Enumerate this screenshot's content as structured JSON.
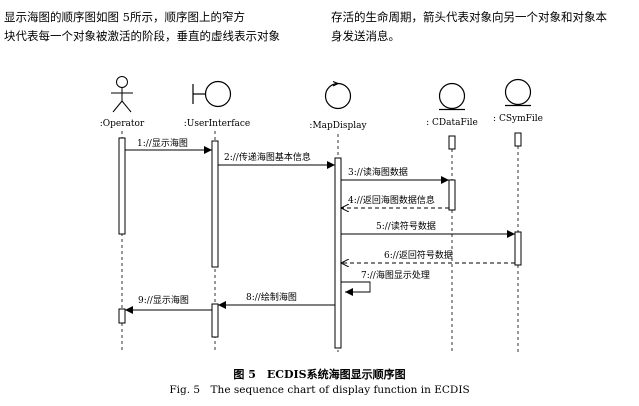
{
  "paragraphs": {
    "left": [
      "显示海图的顺序图如图 5所示，顺序图上的窄方",
      "块代表每一个对象被激活的阶段，垂直的虚线表示对象"
    ],
    "right": [
      "存活的生命周期，箭头代表对象向另一个对象和对象本",
      "身发送消息。"
    ]
  },
  "diagram": {
    "objects": [
      {
        "label": ":Operator",
        "kind": "actor"
      },
      {
        "label": ":UserInterface",
        "kind": "boundary"
      },
      {
        "label": ":MapDisplay",
        "kind": "control"
      },
      {
        "label": ": CDataFile",
        "kind": "entity"
      },
      {
        "label": ": CSymFile",
        "kind": "entity"
      }
    ],
    "messages": [
      {
        "label": "1://显示海图",
        "from": 0,
        "to": 1,
        "style": "solid"
      },
      {
        "label": "2://传递海图基本信息",
        "from": 1,
        "to": 2,
        "style": "solid"
      },
      {
        "label": "3://读海图数据",
        "from": 2,
        "to": 3,
        "style": "solid"
      },
      {
        "label": "4://返回海图数据信息",
        "from": 3,
        "to": 2,
        "style": "dashed"
      },
      {
        "label": "5://读符号数据",
        "from": 2,
        "to": 4,
        "style": "solid"
      },
      {
        "label": "6://返回符号数据",
        "from": 4,
        "to": 2,
        "style": "dashed"
      },
      {
        "label": "7://海图显示处理",
        "from": 2,
        "to": 2,
        "style": "self"
      },
      {
        "label": "8://绘制海图",
        "from": 2,
        "to": 1,
        "style": "solid"
      },
      {
        "label": "9://显示海图",
        "from": 1,
        "to": 0,
        "style": "solid"
      }
    ]
  },
  "caption": {
    "cn": "图 5　ECDIS系统海图显示顺序图",
    "en": "Fig. 5　The sequence chart of display function in ECDIS"
  }
}
